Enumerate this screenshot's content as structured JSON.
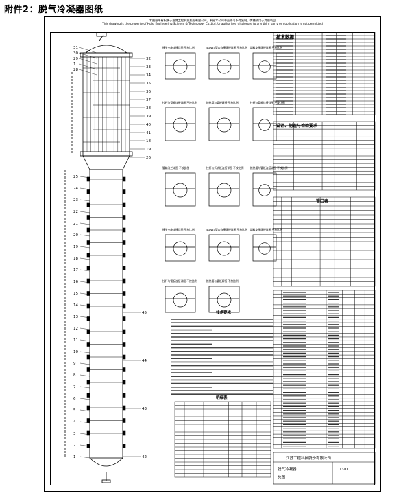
{
  "caption": "附件2：脱气冷凝器图纸",
  "sheet": {
    "top_note_line1": "本图纸所有权属于淄博工程科技股份有限公司，未经本公司书面许可不得复制、传播或用于其他项目",
    "top_note_line2": "This drawing is the property of Huisi Engineering Science & Technology Co.,Ltd. Unauthorized disclosure to any third party or duplication is not permitted",
    "tech_data_title": "技术数据",
    "design_req_title": "设计、制造与检验要求",
    "nozzle_title": "管口表",
    "bom_title": "明细表",
    "notes_title": "技术要求",
    "company": "江苏工程科技股份有限公司",
    "drawing_name_1": "脱气冷凝器",
    "drawing_name_2": "总图",
    "part_numbers": [
      "31",
      "30",
      "29",
      "1",
      "28",
      "32",
      "33",
      "34",
      "35",
      "36",
      "37",
      "38",
      "39",
      "40",
      "41",
      "18",
      "19",
      "26",
      "25",
      "24",
      "23",
      "22",
      "21",
      "20",
      "19",
      "18",
      "17",
      "16",
      "15",
      "14",
      "13",
      "12",
      "11",
      "10",
      "9",
      "8",
      "7",
      "6",
      "5",
      "4",
      "3",
      "2",
      "1",
      "45",
      "44",
      "43",
      "42"
    ],
    "detail_labels": [
      "接头支座连接详图 不按比例",
      "4DN40管口连接焊接详图 不按比例",
      "填料支承焊接详图 不按比例",
      "拉杆与管板连接详图 不按比例",
      "换热管与管板焊接 不按比例",
      "拉杆与管板连接详图 不按比例",
      "管箱法兰详图 不按比例",
      "拉杆与折流板连接详图 不按比例",
      "换热管与管板连接详图 不按比例"
    ],
    "scale_label": "1:20"
  }
}
